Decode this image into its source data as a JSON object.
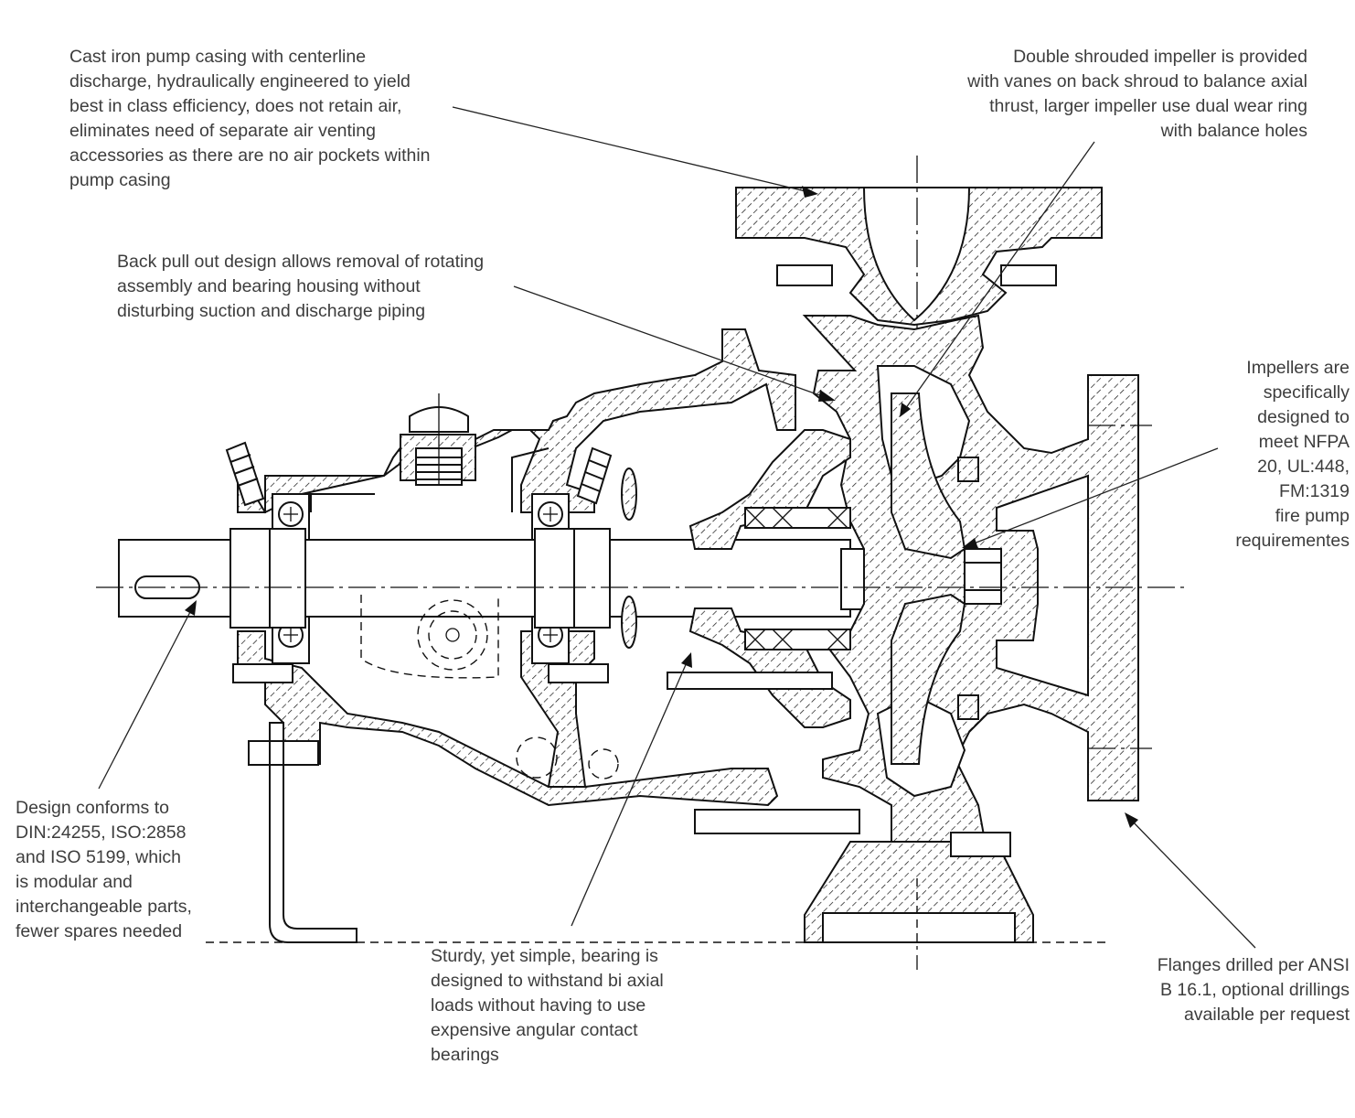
{
  "callouts": {
    "casing": "Cast iron pump casing with centerline\ndischarge, hydraulically engineered to yield\nbest in class efficiency, does not retain air,\neliminates need of separate air venting\naccessories as there are no air pockets within\npump casing",
    "impeller": "Double shrouded impeller is provided\nwith vanes on back shroud to balance axial\nthrust, larger impeller use dual wear ring\nwith balance holes",
    "back_pull_out": "Back pull out design allows removal of rotating\nassembly and bearing housing without\ndisturbing suction and discharge piping",
    "nfpa": "Impellers are\nspecifically\ndesigned to\nmeet NFPA\n20, UL:448,\nFM:1319\nfire pump\nrequirementes",
    "din": "Design conforms to\nDIN:24255, ISO:2858\nand ISO 5199, which\nis modular and\ninterchangeable parts,\nfewer spares needed",
    "bearing": "Sturdy, yet simple, bearing is\ndesigned to withstand bi axial\nloads without having to use\nexpensive angular contact\nbearings",
    "flanges": "Flanges drilled per ANSI\nB 16.1, optional drillings\navailable per request"
  }
}
